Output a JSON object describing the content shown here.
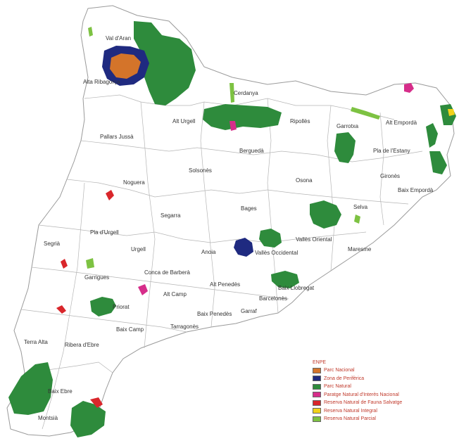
{
  "colors": {
    "parc_nacional": "#d4742a",
    "zona_perifirica": "#1f2a80",
    "parc_natural": "#2e8b3c",
    "paratge": "#d62d8a",
    "reserva_fauna": "#d9262b",
    "reserva_integral": "#f2d21a",
    "reserva_parcial": "#7dc242"
  },
  "labels": {
    "val_daran": "Val d'Aran",
    "alta_ribagorca": "Alta Ribagorça",
    "cerdanya": "Cerdanya",
    "alt_urgell": "Alt Urgell",
    "ripolles": "Ripollès",
    "garrotxa": "Garrotxa",
    "alt_emporda": "Alt Empordà",
    "pallars_jussa": "Pallars Jussà",
    "bergueda": "Berguedà",
    "pla_estany": "Pla de l'Estany",
    "solsones": "Solsonès",
    "osona": "Osona",
    "girones": "Gironès",
    "baix_emporda": "Baix Empordà",
    "noguera": "Noguera",
    "bages": "Bages",
    "selva": "Selva",
    "pla_urgell": "Pla d'Urgell",
    "segarra": "Segarra",
    "segria": "Segrià",
    "urgell": "Urgell",
    "anoia": "Anoia",
    "valles_occidental": "Vallès Occidental",
    "valles_oriental": "Vallès Oriental",
    "maresme": "Maresme",
    "garrigues": "Garrigues",
    "conca_barbera": "Conca de Barberà",
    "alt_penedes": "Alt Penedès",
    "baix_llobregat": "Baix Llobregat",
    "barcelones": "Barcelonès",
    "priorat": "Priorat",
    "alt_camp": "Alt Camp",
    "baix_penedes": "Baix Penedès",
    "garraf": "Garraf",
    "baix_camp": "Baix Camp",
    "tarragones": "Tarragonès",
    "terra_alta": "Terra Alta",
    "ribera_ebre": "Ribera d'Ebre",
    "baix_ebre": "Baix Ebre",
    "montsia": "Montsià"
  },
  "legend": {
    "title": "ENPE",
    "items": [
      {
        "label": "Parc Nacional",
        "color": "#d4742a"
      },
      {
        "label": "Zona de Perifèrica",
        "color": "#1f2a80"
      },
      {
        "label": "Parc Natural",
        "color": "#2e8b3c"
      },
      {
        "label": "Paratge Natural d'Interès Nacional",
        "color": "#d62d8a"
      },
      {
        "label": "Reserva Natural de Fauna Salvatge",
        "color": "#d9262b"
      },
      {
        "label": "Reserva Natural Integral",
        "color": "#f2d21a"
      },
      {
        "label": "Reserva Natural Parcial",
        "color": "#7dc242"
      }
    ]
  }
}
